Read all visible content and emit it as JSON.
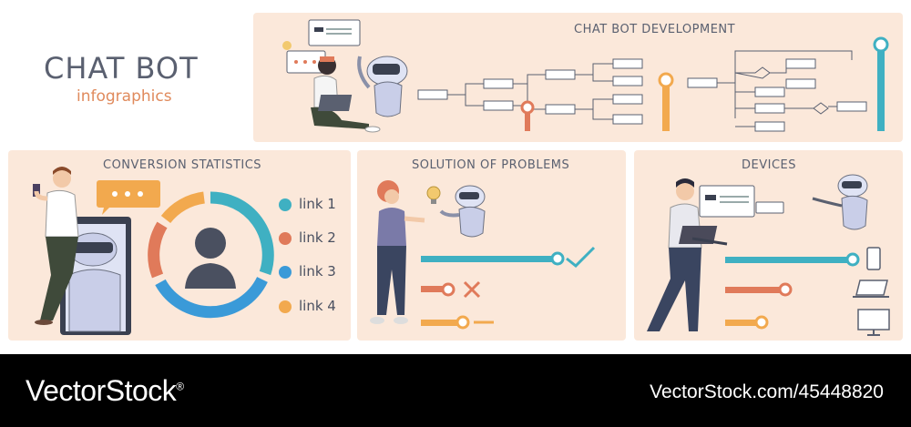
{
  "header": {
    "title": "CHAT BOT",
    "subtitle": "infographics"
  },
  "panels": {
    "development": {
      "title": "CHAT BOT DEVELOPMENT"
    },
    "conversion": {
      "title": "CONVERSION STATISTICS",
      "links": [
        {
          "label": "link 1",
          "color": "#3fb0c2"
        },
        {
          "label": "link 2",
          "color": "#e07a5a"
        },
        {
          "label": "link 3",
          "color": "#3a9ad8"
        },
        {
          "label": "link 4",
          "color": "#f2a94e"
        }
      ]
    },
    "solution": {
      "title": "SOLUTION OF PROBLEMS"
    },
    "devices": {
      "title": "DEVICES"
    }
  },
  "footer": {
    "brand": "VectorStock",
    "reg": "®",
    "image_id": "VectorStock.com/45448820"
  },
  "colors": {
    "teal": "#3fb0c2",
    "orange": "#e07a5a",
    "yellow": "#f2a94e",
    "blue": "#3a9ad8",
    "panel": "#fbe8da",
    "text": "#5a6070"
  }
}
